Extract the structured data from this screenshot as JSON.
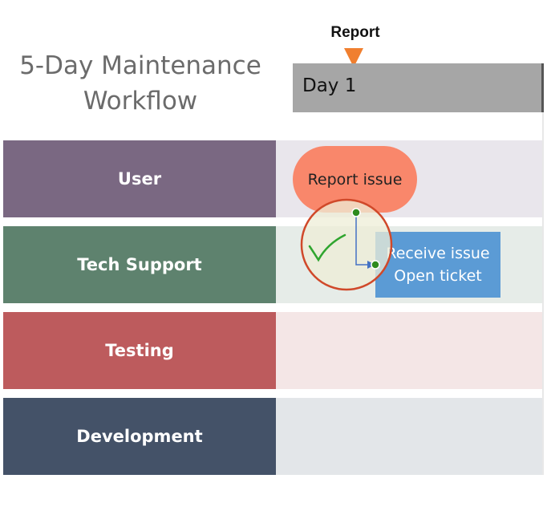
{
  "title": {
    "line1": "5-Day Maintenance",
    "line2": "Workflow"
  },
  "marker": {
    "label": "Report",
    "color": "#f07f2f"
  },
  "timeline": {
    "day_label": "Day 1",
    "header_color": "#a6a6a6"
  },
  "lanes": [
    {
      "label": "User",
      "label_color": "#7a6882",
      "body_color": "#e9e6ec"
    },
    {
      "label": "Tech Support",
      "label_color": "#5e826e",
      "body_color": "#e6ece8"
    },
    {
      "label": "Testing",
      "label_color": "#bd5b5d",
      "body_color": "#f4e6e6"
    },
    {
      "label": "Development",
      "label_color": "#445268",
      "body_color": "#e3e6e9"
    }
  ],
  "nodes": {
    "report_issue": {
      "label": "Report issue",
      "color": "#f9876b"
    },
    "receive_issue": {
      "line1": "Receive issue",
      "line2": "Open ticket",
      "color": "#5b9bd5"
    }
  },
  "connector": {
    "color": "#4472c4",
    "handle_color": "#2e8b1e"
  },
  "highlight": {
    "ring_color": "#d0492a",
    "check_color": "#2fa52f"
  }
}
